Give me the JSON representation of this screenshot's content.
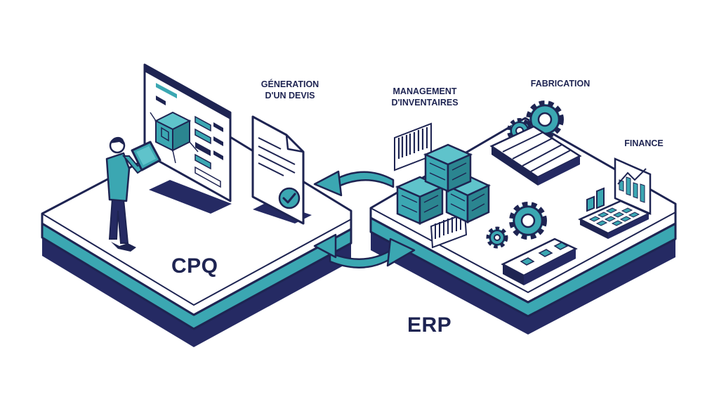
{
  "labels": {
    "quote_generation": [
      "GÉNERATION",
      "D'UN DEVIS"
    ],
    "inventory_management": [
      "MANAGEMENT",
      "D'INVENTAIRES"
    ],
    "manufacturing": "FABRICATION",
    "finance": "FINANCE",
    "cpq": "CPQ",
    "erp": "ERP"
  },
  "colors": {
    "navy": "#1e2452",
    "teal": "#3ba7b2",
    "teal_dark": "#2b8590",
    "platform_top": "#ffffff",
    "shadow": "#2a2f66"
  },
  "icons": [
    "person-icon",
    "tablet-icon",
    "screen-icon",
    "document-icon",
    "check-icon",
    "sync-arrows-icon",
    "barcode-icon",
    "crates-icon",
    "gear-icon",
    "conveyor-icon",
    "calculator-icon",
    "chart-icon"
  ]
}
